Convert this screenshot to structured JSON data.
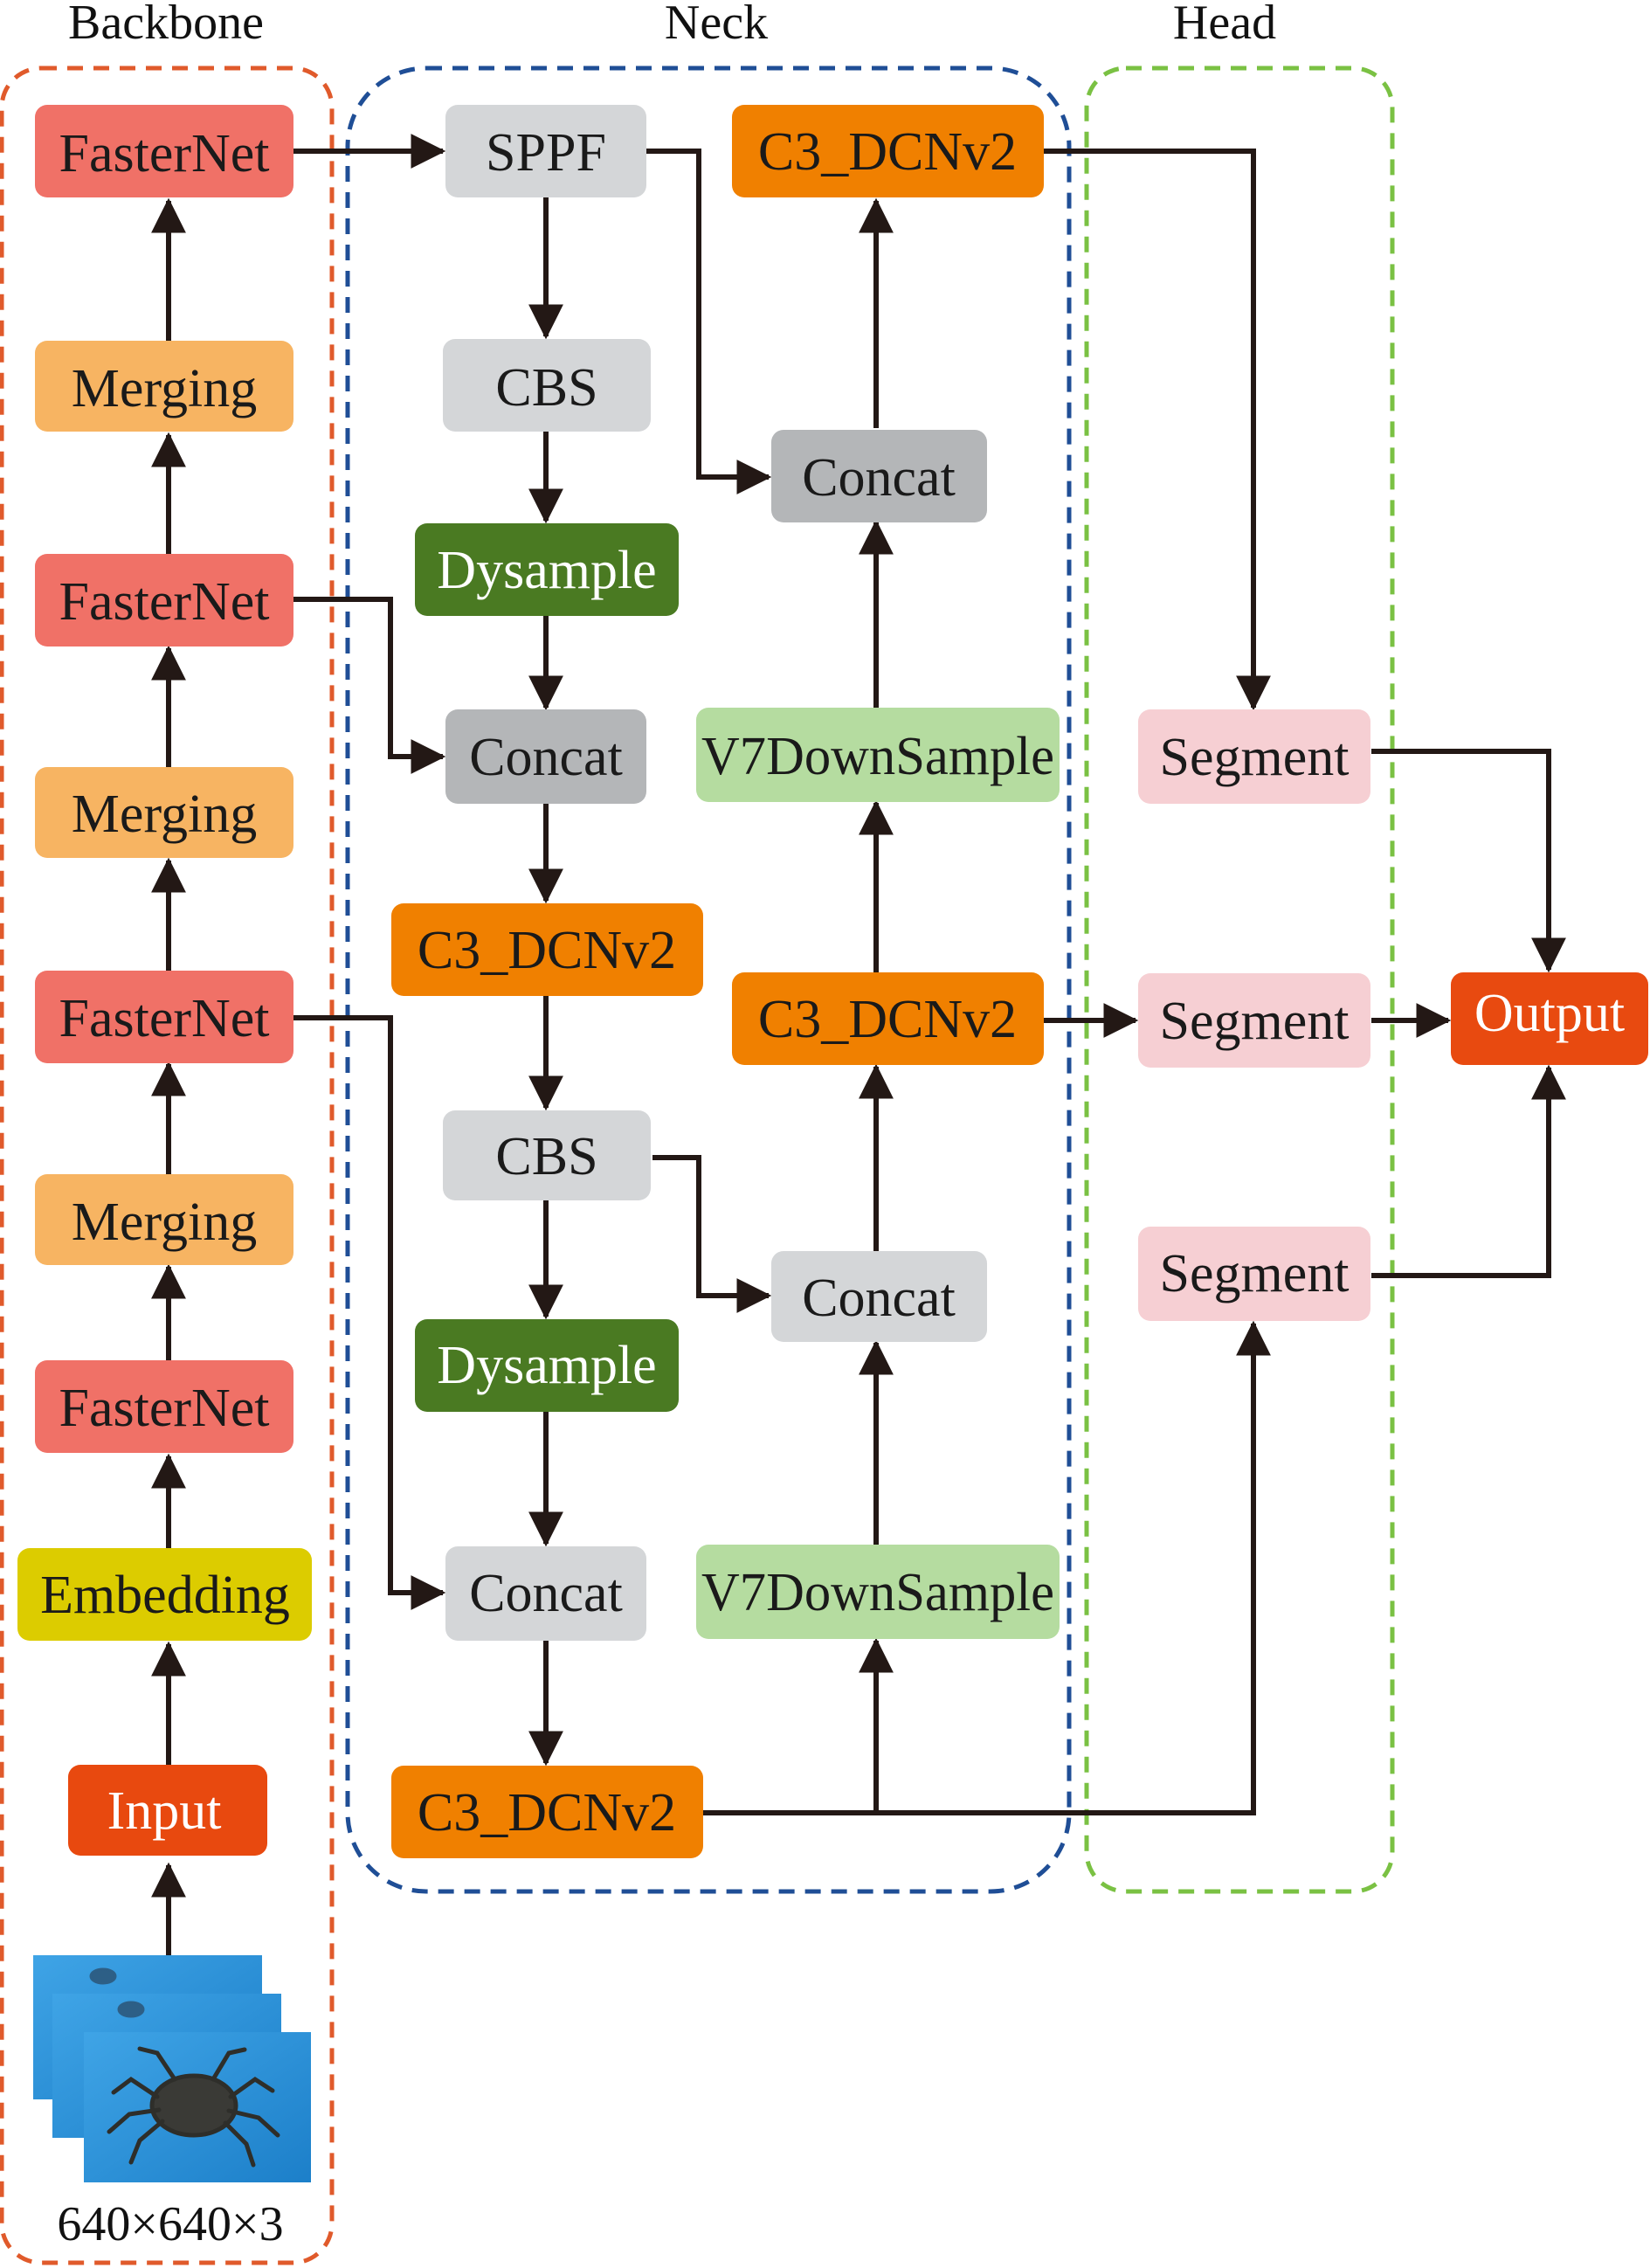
{
  "sections": {
    "backbone": "Backbone",
    "neck": "Neck",
    "head": "Head"
  },
  "colors": {
    "backbone_border": "#e05a2b",
    "neck_border": "#1f4e96",
    "head_border": "#7ac143",
    "fasternet": "#f07167",
    "merging": "#f7b462",
    "embedding": "#dccc00",
    "input": "#e8490f",
    "gray_light": "#d4d6d8",
    "gray_mid": "#b4b6b8",
    "dysample": "#4a7a22",
    "c3_dcnv2": "#f08000",
    "v7downsample": "#b5dca0",
    "segment": "#f6cfd3",
    "output": "#e84a10",
    "arrow": "#231815"
  },
  "backbone": {
    "input": "Input",
    "embedding": "Embedding",
    "fasternet_1": "FasterNet",
    "merging_1": "Merging",
    "fasternet_2": "FasterNet",
    "merging_2": "Merging",
    "fasternet_3": "FasterNet",
    "merging_3": "Merging",
    "fasternet_4": "FasterNet",
    "image_caption": "640×640×3"
  },
  "neck": {
    "sppf": "SPPF",
    "cbs_1": "CBS",
    "dysample_1": "Dysample",
    "concat_1": "Concat",
    "c3_dcnv2_1": "C3_DCNv2",
    "cbs_2": "CBS",
    "dysample_2": "Dysample",
    "concat_2": "Concat",
    "c3_dcnv2_2": "C3_DCNv2",
    "v7downsample_1": "V7DownSample",
    "concat_3": "Concat",
    "c3_dcnv2_3": "C3_DCNv2",
    "v7downsample_2": "V7DownSample",
    "concat_4": "Concat",
    "c3_dcnv2_4": "C3_DCNv2"
  },
  "head": {
    "segment_1": "Segment",
    "segment_2": "Segment",
    "segment_3": "Segment",
    "output": "Output"
  }
}
